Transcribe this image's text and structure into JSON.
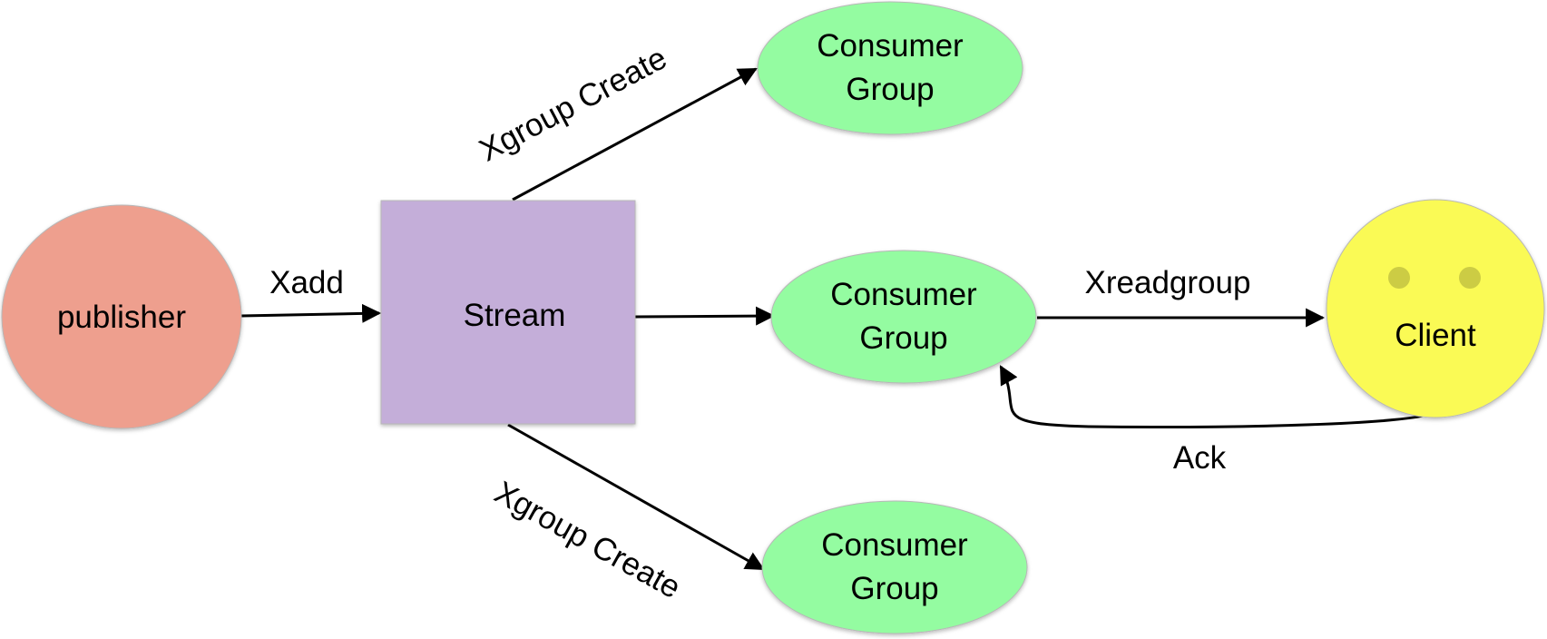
{
  "nodes": {
    "publisher": {
      "label": "publisher",
      "fill": "#ee9f8e"
    },
    "stream": {
      "label": "Stream",
      "fill": "#c4aed9"
    },
    "group_top": {
      "line1": "Consumer",
      "line2": "Group",
      "fill": "#94fca1"
    },
    "group_middle": {
      "line1": "Consumer",
      "line2": "Group",
      "fill": "#94fca1"
    },
    "group_bottom": {
      "line1": "Consumer",
      "line2": "Group",
      "fill": "#94fca1"
    },
    "client": {
      "label": "Client",
      "fill": "#fafa55",
      "eye_color": "#cccc44"
    }
  },
  "edges": {
    "xadd": "Xadd",
    "xgroup_create_top": "Xgroup Create",
    "xgroup_create_bottom": "Xgroup Create",
    "xreadgroup": "Xreadgroup",
    "ack": "Ack"
  }
}
